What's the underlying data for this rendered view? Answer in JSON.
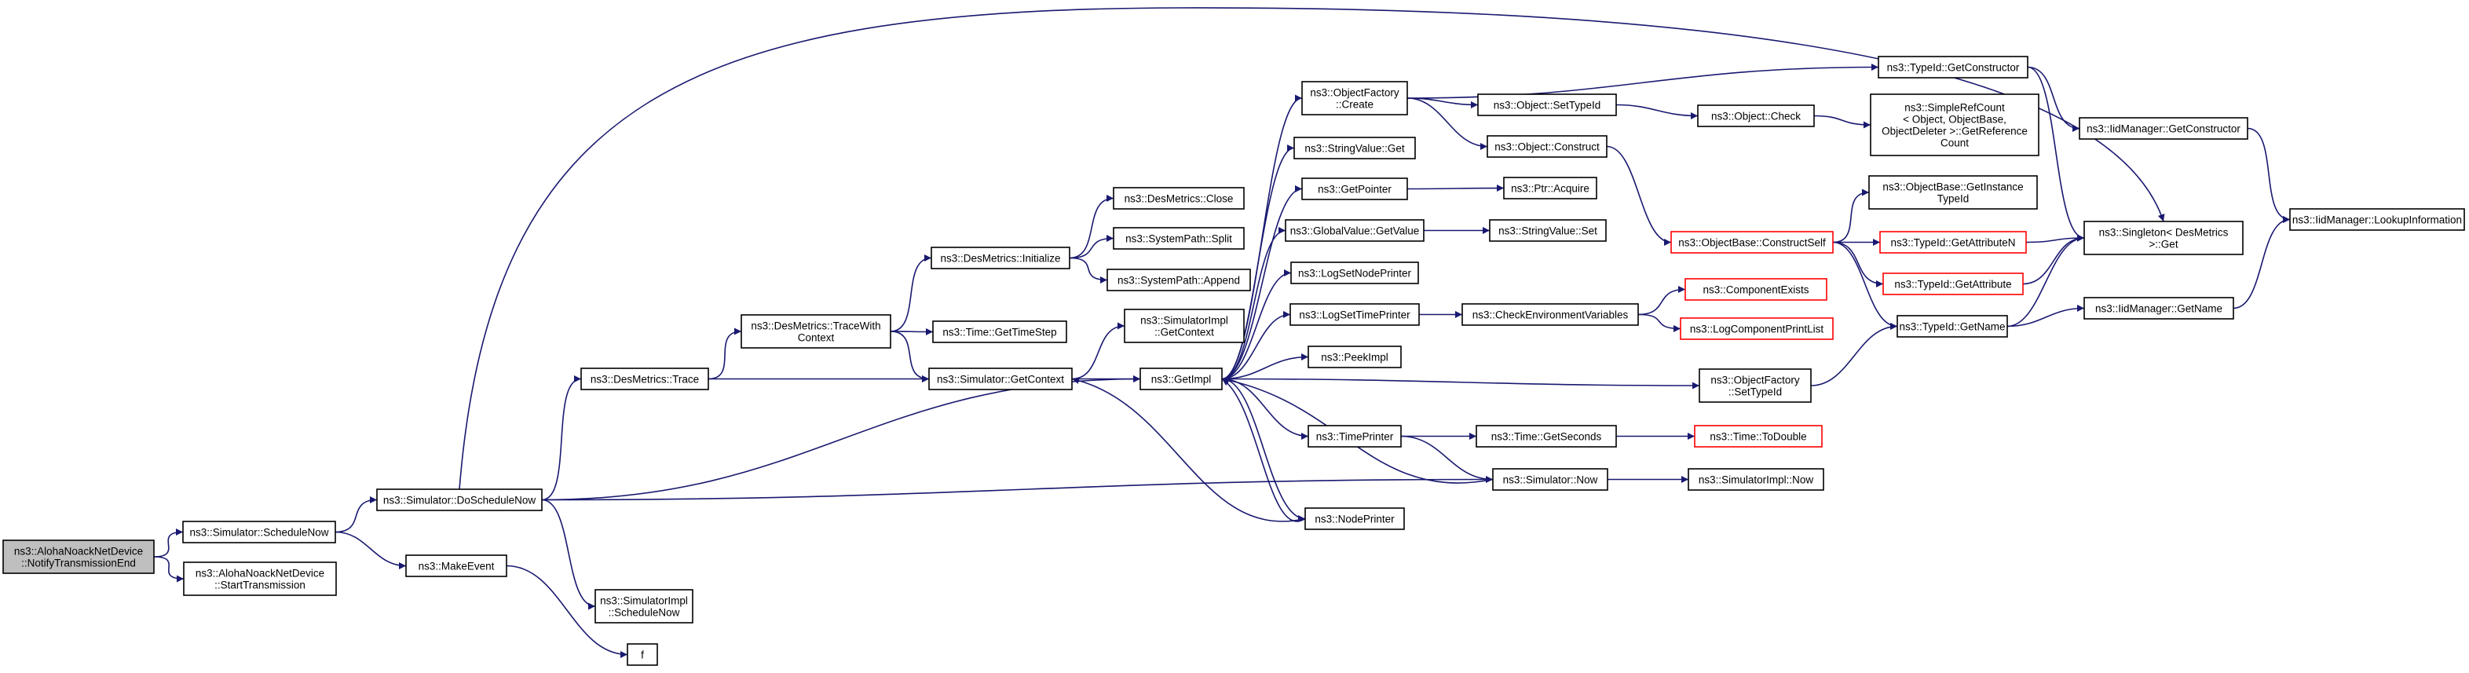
{
  "graph": {
    "colors": {
      "edge": "#191970",
      "node_border": "#000000",
      "truncated_border": "#ff0000",
      "root_fill": "#bfbfbf"
    },
    "nodes": {
      "root": {
        "lines": [
          "ns3::AlohaNoackNetDevice",
          "::NotifyTransmissionEnd"
        ],
        "kind": "root"
      },
      "schedNow": {
        "lines": [
          "ns3::Simulator::ScheduleNow"
        ]
      },
      "startTx": {
        "lines": [
          "ns3::AlohaNoackNetDevice",
          "::StartTransmission"
        ]
      },
      "doSched": {
        "lines": [
          "ns3::Simulator::DoScheduleNow"
        ]
      },
      "makeEvent": {
        "lines": [
          "ns3::MakeEvent"
        ]
      },
      "f": {
        "lines": [
          "f"
        ]
      },
      "simImplSchedNow": {
        "lines": [
          "ns3::SimulatorImpl",
          "::ScheduleNow"
        ]
      },
      "desTrace": {
        "lines": [
          "ns3::DesMetrics::Trace"
        ]
      },
      "desTraceCtx": {
        "lines": [
          "ns3::DesMetrics::TraceWith",
          "Context"
        ]
      },
      "desInit": {
        "lines": [
          "ns3::DesMetrics::Initialize"
        ]
      },
      "desClose": {
        "lines": [
          "ns3::DesMetrics::Close"
        ]
      },
      "sysSplit": {
        "lines": [
          "ns3::SystemPath::Split"
        ]
      },
      "sysAppend": {
        "lines": [
          "ns3::SystemPath::Append"
        ]
      },
      "timeStep": {
        "lines": [
          "ns3::Time::GetTimeStep"
        ]
      },
      "simGetCtx": {
        "lines": [
          "ns3::Simulator::GetContext"
        ]
      },
      "simImplGetCtx": {
        "lines": [
          "ns3::SimulatorImpl",
          "::GetContext"
        ]
      },
      "getImpl": {
        "lines": [
          "ns3::GetImpl"
        ]
      },
      "objFactCreate": {
        "lines": [
          "ns3::ObjectFactory",
          "::Create"
        ]
      },
      "strGet": {
        "lines": [
          "ns3::StringValue::Get"
        ]
      },
      "getPointer": {
        "lines": [
          "ns3::GetPointer"
        ]
      },
      "globalGet": {
        "lines": [
          "ns3::GlobalValue::GetValue"
        ]
      },
      "logSetNode": {
        "lines": [
          "ns3::LogSetNodePrinter"
        ]
      },
      "logSetTime": {
        "lines": [
          "ns3::LogSetTimePrinter"
        ]
      },
      "peekImpl": {
        "lines": [
          "ns3::PeekImpl"
        ]
      },
      "timePrinter": {
        "lines": [
          "ns3::TimePrinter"
        ]
      },
      "nodePrinter": {
        "lines": [
          "ns3::NodePrinter"
        ]
      },
      "objSetTid": {
        "lines": [
          "ns3::Object::SetTypeId"
        ]
      },
      "objConstruct": {
        "lines": [
          "ns3::Object::Construct"
        ]
      },
      "ptrAcquire": {
        "lines": [
          "ns3::Ptr::Acquire"
        ]
      },
      "strSet": {
        "lines": [
          "ns3::StringValue::Set"
        ]
      },
      "checkEnv": {
        "lines": [
          "ns3::CheckEnvironmentVariables"
        ]
      },
      "timeGetSec": {
        "lines": [
          "ns3::Time::GetSeconds"
        ]
      },
      "simNow": {
        "lines": [
          "ns3::Simulator::Now"
        ]
      },
      "objCheck": {
        "lines": [
          "ns3::Object::Check"
        ]
      },
      "simpleRef": {
        "lines": [
          "ns3::SimpleRefCount",
          "< Object, ObjectBase,",
          " ObjectDeleter >::GetReference",
          "Count"
        ]
      },
      "tidGetCtor": {
        "lines": [
          "ns3::TypeId::GetConstructor"
        ]
      },
      "objBaseGetInst": {
        "lines": [
          "ns3::ObjectBase::GetInstance",
          "TypeId"
        ]
      },
      "objBaseCS": {
        "lines": [
          "ns3::ObjectBase::ConstructSelf"
        ],
        "kind": "red"
      },
      "compExists": {
        "lines": [
          "ns3::ComponentExists"
        ],
        "kind": "red"
      },
      "logCompPrint": {
        "lines": [
          "ns3::LogComponentPrintList"
        ],
        "kind": "red"
      },
      "objFactSetTid": {
        "lines": [
          "ns3::ObjectFactory",
          "::SetTypeId"
        ]
      },
      "timeToDouble": {
        "lines": [
          "ns3::Time::ToDouble"
        ],
        "kind": "red"
      },
      "simImplNow": {
        "lines": [
          "ns3::SimulatorImpl::Now"
        ]
      },
      "tidGetAttrN": {
        "lines": [
          "ns3::TypeId::GetAttributeN"
        ],
        "kind": "red"
      },
      "tidGetAttr": {
        "lines": [
          "ns3::TypeId::GetAttribute"
        ],
        "kind": "red"
      },
      "tidGetName": {
        "lines": [
          "ns3::TypeId::GetName"
        ]
      },
      "iidGetCtor": {
        "lines": [
          "ns3::IidManager::GetConstructor"
        ]
      },
      "singleton": {
        "lines": [
          "ns3::Singleton< DesMetrics",
          " >::Get"
        ]
      },
      "iidGetName": {
        "lines": [
          "ns3::IidManager::GetName"
        ]
      },
      "iidLookup": {
        "lines": [
          "ns3::IidManager::LookupInformation"
        ]
      }
    },
    "edges": [
      [
        "root",
        "schedNow"
      ],
      [
        "root",
        "startTx"
      ],
      [
        "schedNow",
        "doSched"
      ],
      [
        "schedNow",
        "makeEvent"
      ],
      [
        "makeEvent",
        "f"
      ],
      [
        "doSched",
        "desTrace"
      ],
      [
        "doSched",
        "getImpl"
      ],
      [
        "doSched",
        "simImplSchedNow"
      ],
      [
        "doSched",
        "simNow"
      ],
      [
        "doSched",
        "singleton"
      ],
      [
        "desTrace",
        "desTraceCtx"
      ],
      [
        "desTrace",
        "simGetCtx"
      ],
      [
        "desTraceCtx",
        "desInit"
      ],
      [
        "desTraceCtx",
        "timeStep"
      ],
      [
        "desTraceCtx",
        "simGetCtx"
      ],
      [
        "desInit",
        "desClose"
      ],
      [
        "desInit",
        "sysSplit"
      ],
      [
        "desInit",
        "sysAppend"
      ],
      [
        "simGetCtx",
        "getImpl"
      ],
      [
        "simGetCtx",
        "simImplGetCtx"
      ],
      [
        "getImpl",
        "objFactCreate"
      ],
      [
        "getImpl",
        "strGet"
      ],
      [
        "getImpl",
        "getPointer"
      ],
      [
        "getImpl",
        "globalGet"
      ],
      [
        "getImpl",
        "logSetNode"
      ],
      [
        "getImpl",
        "logSetTime"
      ],
      [
        "getImpl",
        "peekImpl"
      ],
      [
        "getImpl",
        "timePrinter"
      ],
      [
        "getImpl",
        "nodePrinter"
      ],
      [
        "getImpl",
        "objFactSetTid"
      ],
      [
        "nodePrinter",
        "simGetCtx"
      ],
      [
        "nodePrinter",
        "getImpl"
      ],
      [
        "timePrinter",
        "timeGetSec"
      ],
      [
        "timePrinter",
        "simNow"
      ],
      [
        "simNow",
        "getImpl"
      ],
      [
        "simNow",
        "simImplNow"
      ],
      [
        "timeGetSec",
        "timeToDouble"
      ],
      [
        "objFactCreate",
        "objSetTid"
      ],
      [
        "objFactCreate",
        "objConstruct"
      ],
      [
        "objFactCreate",
        "tidGetCtor"
      ],
      [
        "objSetTid",
        "objCheck"
      ],
      [
        "objCheck",
        "simpleRef"
      ],
      [
        "objConstruct",
        "objBaseCS"
      ],
      [
        "getPointer",
        "ptrAcquire"
      ],
      [
        "globalGet",
        "strSet"
      ],
      [
        "logSetTime",
        "checkEnv"
      ],
      [
        "checkEnv",
        "compExists"
      ],
      [
        "checkEnv",
        "logCompPrint"
      ],
      [
        "objBaseCS",
        "objBaseGetInst"
      ],
      [
        "objBaseCS",
        "tidGetAttrN"
      ],
      [
        "objBaseCS",
        "tidGetAttr"
      ],
      [
        "objBaseCS",
        "tidGetName"
      ],
      [
        "tidGetAttrN",
        "singleton"
      ],
      [
        "tidGetAttr",
        "singleton"
      ],
      [
        "tidGetName",
        "singleton"
      ],
      [
        "tidGetName",
        "iidGetName"
      ],
      [
        "objFactSetTid",
        "tidGetName"
      ],
      [
        "tidGetCtor",
        "iidGetCtor"
      ],
      [
        "tidGetCtor",
        "singleton"
      ],
      [
        "iidGetCtor",
        "iidLookup"
      ],
      [
        "iidGetName",
        "iidLookup"
      ]
    ]
  }
}
